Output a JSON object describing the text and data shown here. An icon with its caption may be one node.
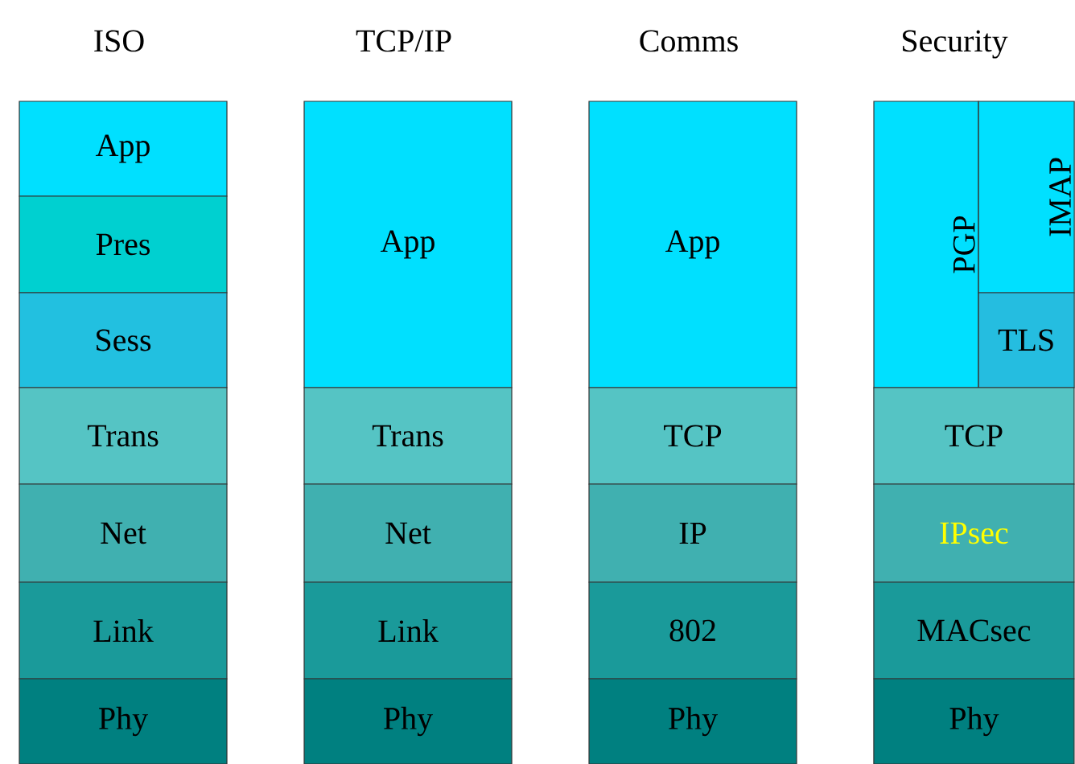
{
  "diagram": {
    "nodes": [
      {
        "text": [
          "App"
        ]
      },
      {
        "text": [
          "Pres"
        ]
      },
      {
        "text": [
          "Sess"
        ]
      },
      {
        "text": [
          "Trans"
        ]
      },
      {
        "text": [
          "Net"
        ]
      },
      {
        "text": [
          "Link"
        ]
      },
      {
        "text": [
          "Phy"
        ]
      },
      {
        "text": [
          "App"
        ]
      },
      {
        "text": [
          "Trans"
        ]
      },
      {
        "text": [
          "Net"
        ]
      },
      {
        "text": [
          "Link"
        ]
      },
      {
        "text": [
          "Phy"
        ]
      },
      {
        "text": [
          "App"
        ]
      },
      {
        "text": [
          "TCP"
        ]
      },
      {
        "text": [
          "IP"
        ]
      },
      {
        "text": [
          "802"
        ]
      },
      {
        "text": [
          "Phy"
        ]
      },
      {
        "text": [
          "PGP"
        ]
      },
      {
        "text": [
          "IMAP"
        ]
      },
      {
        "text": [
          "TLS"
        ]
      },
      {
        "text": [
          "TCP"
        ]
      },
      {
        "text": [
          "IPsec"
        ]
      },
      {
        "text": [
          "MACsec"
        ]
      },
      {
        "text": [
          "Phy"
        ]
      }
    ],
    "labels": [
      "ISO",
      "TCP/IP",
      "Comms",
      "Security"
    ]
  }
}
